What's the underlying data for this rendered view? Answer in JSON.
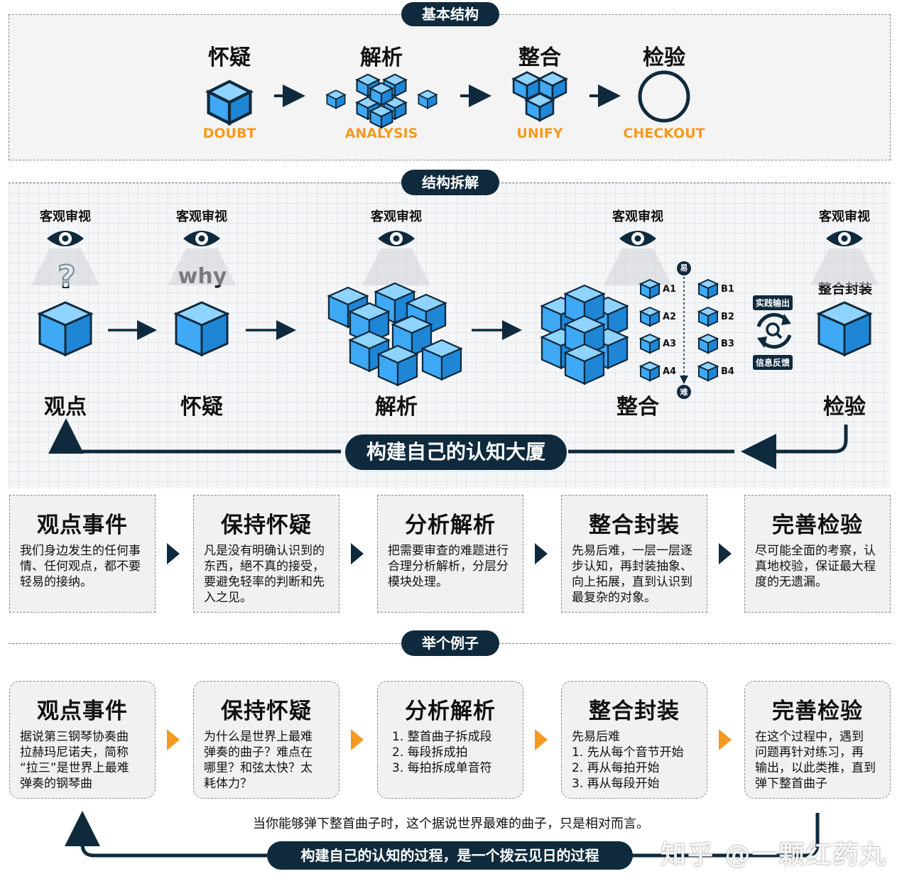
{
  "sections": {
    "basic": "基本结构",
    "breakdown": "结构拆解",
    "example": "举个例子"
  },
  "basic_steps": [
    {
      "cn": "怀疑",
      "en": "DOUBT"
    },
    {
      "cn": "解析",
      "en": "ANALYSIS"
    },
    {
      "cn": "整合",
      "en": "UNIFY"
    },
    {
      "cn": "检验",
      "en": "CHECKOUT"
    }
  ],
  "observe_label": "客观审视",
  "question_mark": "?",
  "why_label": "why",
  "stages": [
    "观点",
    "怀疑",
    "解析",
    "整合",
    "检验"
  ],
  "seal_label": "整合封装",
  "easy": "易",
  "hard": "难",
  "a_labels": [
    "A1",
    "A2",
    "A3",
    "A4"
  ],
  "b_labels": [
    "B1",
    "B2",
    "B3",
    "B4"
  ],
  "practice_out": "实践输出",
  "feedback": "信息反馈",
  "banner1": "构建自己的认知大厦",
  "cards1": [
    {
      "title": "观点事件",
      "body": "我们身边发生的任何事情、任何观点，都不要轻易的接纳。"
    },
    {
      "title": "保持怀疑",
      "body": "凡是没有明确认识到的东西，絕不真的接受，要避免轻率的判断和先入之见。"
    },
    {
      "title": "分析解析",
      "body": "把需要审查的难题进行合理分析解析，分层分模块处理。"
    },
    {
      "title": "整合封装",
      "body": "先易后难，一层一层逐步认知，再封装抽象、向上拓展，直到认识到最复杂的对象。"
    },
    {
      "title": "完善检验",
      "body": "尽可能全面的考察，认真地校验，保证最大程度的无遗漏。"
    }
  ],
  "cards2": [
    {
      "title": "观点事件",
      "lines": [
        "据说第三钢琴协奏曲",
        "拉赫玛尼诺夫，简称",
        "“拉三”是世界上最难",
        "弹奏的钢琴曲"
      ]
    },
    {
      "title": "保持怀疑",
      "lines": [
        "为什么是世界上最难",
        "弹奏的曲子？难点在",
        "哪里？和弦太快？太",
        "耗体力？"
      ]
    },
    {
      "title": "分析解析",
      "lines": [
        "1. 整首曲子拆成段",
        "2. 每段拆成拍",
        "3. 每拍拆成单音符"
      ]
    },
    {
      "title": "整合封装",
      "lines": [
        "先易后难",
        "1. 先从每个音节开始",
        "2. 再从每拍开始",
        "3. 再从每段开始"
      ]
    },
    {
      "title": "完善检验",
      "lines": [
        "在这个过程中，遇到",
        "问题再针对练习，再",
        "输出，以此类推，直到",
        "弹下整首曲子"
      ]
    }
  ],
  "conclusion": "当你能够弹下整首曲子时，这个据说世界最难的曲子，只是相对而言。",
  "banner2": "构建自己的认知的过程，是一个拨云见日的过程",
  "watermark": "知乎 @一颗红药丸",
  "colors": {
    "navy": "#0f2a3d",
    "cube_blue": "#3fa9f5",
    "orange": "#f39a1e"
  }
}
